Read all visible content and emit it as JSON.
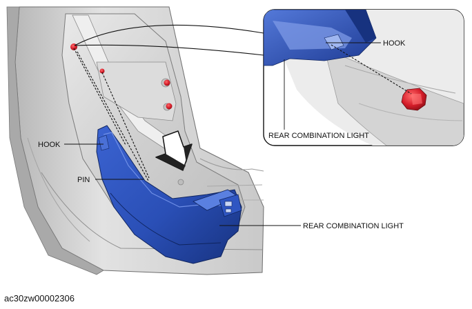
{
  "labels": {
    "hook_main": "HOOK",
    "pin": "PIN",
    "rear_light_main": "REAR COMBINATION LIGHT",
    "hook_inset": "HOOK",
    "rear_light_inset": "REAR COMBINATION LIGHT"
  },
  "figure_id": "ac30zw00002306",
  "colors": {
    "lamp_blue": "#2a4fb6",
    "lamp_blue_dark": "#17327f",
    "pin_red": "#d51d2a",
    "body_gray": "#d9d9d9",
    "line_black": "#111111"
  }
}
